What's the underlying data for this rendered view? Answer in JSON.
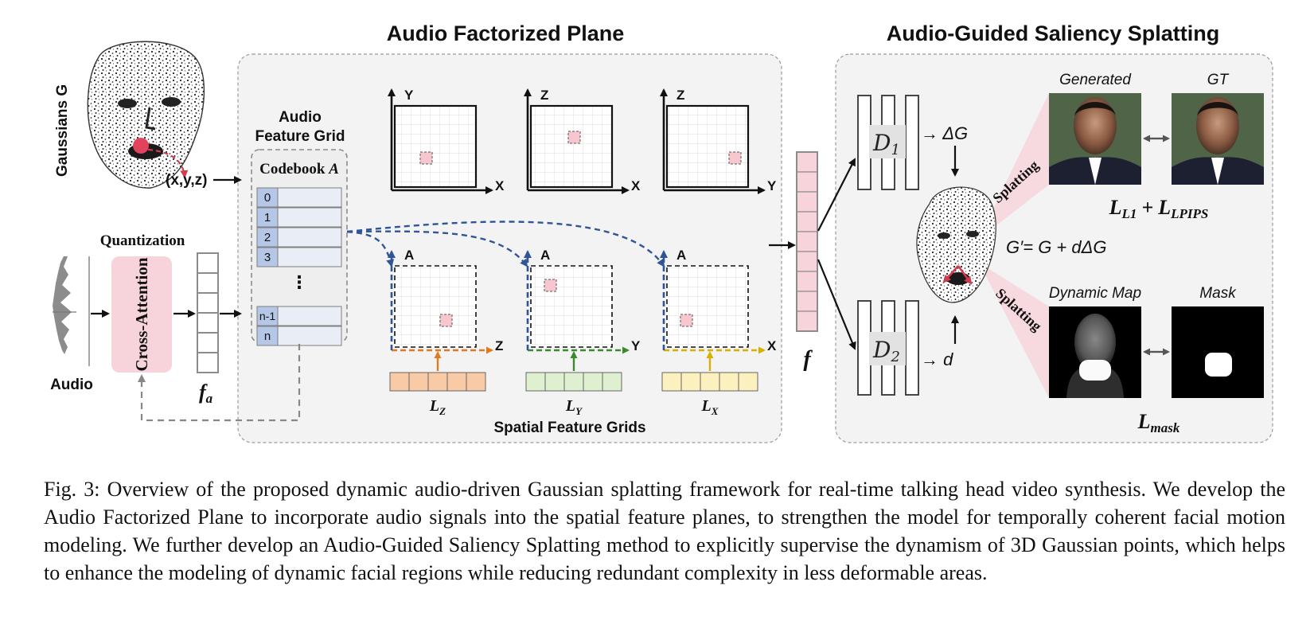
{
  "titles": {
    "plane": "Audio Factorized Plane",
    "splatting": "Audio-Guided Saliency Splatting"
  },
  "left": {
    "gaussians": "Gaussians G",
    "xyz": "(x,y,z)",
    "quantization": "Quantization",
    "cross_attention": "Cross-Attention",
    "audio": "Audio",
    "fa_main": "f",
    "fa_sub": "a"
  },
  "grid": {
    "title_l1": "Audio",
    "title_l2": "Feature Grid",
    "codebook_prefix": "Codebook",
    "codebook_var": "A",
    "rows": [
      "0",
      "1",
      "2",
      "3",
      "n-1",
      "n"
    ],
    "ellipsis": "⋮"
  },
  "planes_top": [
    {
      "v": "Y",
      "h": "X"
    },
    {
      "v": "Z",
      "h": "X"
    },
    {
      "v": "Z",
      "h": "Y"
    }
  ],
  "planes_bottom": [
    {
      "v": "A",
      "h": "Z",
      "L": "L",
      "sub": "Z"
    },
    {
      "v": "A",
      "h": "Y",
      "L": "L",
      "sub": "Y"
    },
    {
      "v": "A",
      "h": "X",
      "L": "L",
      "sub": "X"
    }
  ],
  "spatial_label": "Spatial Feature Grids",
  "f_label": "f",
  "decoders": {
    "d1_main": "D",
    "d1_sub": "1",
    "d2_main": "D",
    "d2_sub": "2",
    "out1": "→ ΔG",
    "out2": "→ d"
  },
  "splat": {
    "update": "G′= G + dΔG",
    "splatting": "Splatting",
    "generated": "Generated",
    "gt": "GT",
    "dynamic_map": "Dynamic Map",
    "mask": "Mask",
    "loss1_a": "L",
    "loss1_a_sub": "L1",
    "loss1_plus": "+",
    "loss1_b": "L",
    "loss1_b_sub": "LPIPS",
    "loss2": "L",
    "loss2_sub": "mask"
  },
  "caption": "Fig. 3: Overview of the proposed dynamic audio-driven Gaussian splatting framework for real-time talking head video synthesis. We develop the Audio Factorized Plane to incorporate audio signals into the spatial feature planes, to strengthen the model for temporally coherent facial motion modeling. We further develop an Audio-Guided Saliency Splatting method to explicitly supervise the dynamism of 3D Gaussian points, which helps to enhance the modeling of dynamic facial regions while reducing redundant complexity in less deformable areas.",
  "colors": {
    "panel": "#f3f3f3",
    "pink": "#f7d4dc",
    "blue_arrow": "#2f5597",
    "orange": "#f8cba6",
    "orange_arrow": "#e07a1f",
    "green": "#dff0d0",
    "green_arrow": "#3c8a2e",
    "yellow": "#fdf0bf",
    "yellow_arrow": "#d8b000",
    "codebook_idx": "#b4c7e7",
    "codebook_cell": "#e8edf6"
  }
}
